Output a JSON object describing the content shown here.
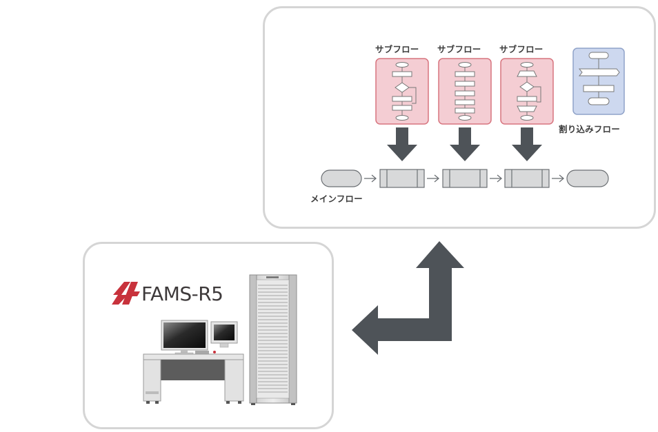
{
  "flow_panel": {
    "subflows": [
      {
        "label": "サブフロー"
      },
      {
        "label": "サブフロー"
      },
      {
        "label": "サブフロー"
      }
    ],
    "interrupt_label": "割り込みフロー",
    "main_label": "メインフロー"
  },
  "system_panel": {
    "logo_text": "FAMS-R5"
  },
  "colors": {
    "subflow_fill": "#f4cdd3",
    "subflow_border": "#d7747e",
    "interrupt_fill": "#cdd8ef",
    "interrupt_border": "#8fa2c8",
    "arrow": "#4e5358",
    "logo_red": "#c8323c"
  }
}
